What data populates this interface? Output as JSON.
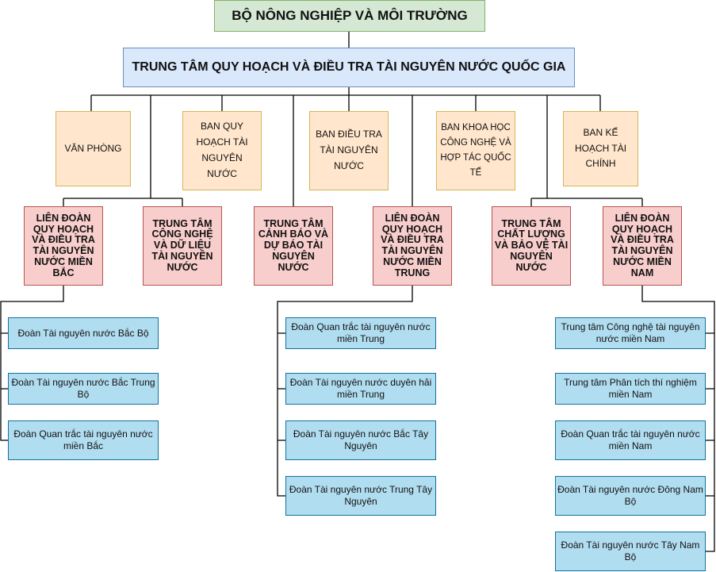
{
  "root": "BỘ NÔNG NGHIỆP VÀ MÔI TRƯỜNG",
  "center": "TRUNG TÂM QUY HOẠCH VÀ ĐIỀU TRA TÀI NGUYÊN NƯỚC QUỐC GIA",
  "departments": [
    "VĂN PHÒNG",
    "BAN QUY HOẠCH TÀI NGUYÊN NƯỚC",
    "BAN ĐIỀU TRA TÀI NGUYÊN NƯỚC",
    "BAN KHOA HỌC CÔNG NGHỆ VÀ HỢP TÁC QUỐC TẾ",
    "BAN KẾ HOẠCH TÀI CHÍNH"
  ],
  "units": [
    "LIÊN ĐOÀN QUY HOẠCH VÀ ĐIỀU TRA TÀI NGUYÊN NƯỚC MIỀN BẮC",
    "TRUNG TÂM CÔNG NGHỆ VÀ DỮ LIỆU TÀI NGUYÊN NƯỚC",
    "TRUNG TÂM CẢNH BÁO VÀ DỰ BÁO TÀI NGUYÊN NƯỚC",
    "LIÊN ĐOÀN QUY HOẠCH VÀ ĐIỀU TRA TÀI NGUYÊN NƯỚC MIỀN TRUNG",
    "TRUNG TÂM CHẤT LƯỢNG VÀ BẢO VỆ TÀI NGUYÊN NƯỚC",
    "LIÊN ĐOÀN QUY HOẠCH VÀ ĐIỀU TRA TÀI NGUYÊN NƯỚC MIỀN NAM"
  ],
  "north_teams": [
    "Đoàn Tài nguyên nước Bắc Bộ",
    "Đoàn Tài nguyên nước Bắc Trung Bộ",
    "Đoàn Quan trắc tài nguyên nước miền Bắc"
  ],
  "central_teams": [
    "Đoàn Quan trắc tài nguyên nước miền Trung",
    "Đoàn Tài nguyên nước duyên hải miền Trung",
    "Đoàn Tài nguyên nước Bắc Tây Nguyên",
    "Đoàn Tài nguyên nước Trung Tây Nguyên"
  ],
  "south_teams": [
    "Trung tâm Công nghệ tài nguyên nước miền Nam",
    "Trung tâm Phân tích thí nghiệm miền Nam",
    "Đoàn Quan trắc tài nguyên nước miền Nam",
    "Đoàn Tài nguyên nước Đông Nam Bộ",
    "Đoàn Tài nguyên nước Tây Nam Bộ"
  ]
}
